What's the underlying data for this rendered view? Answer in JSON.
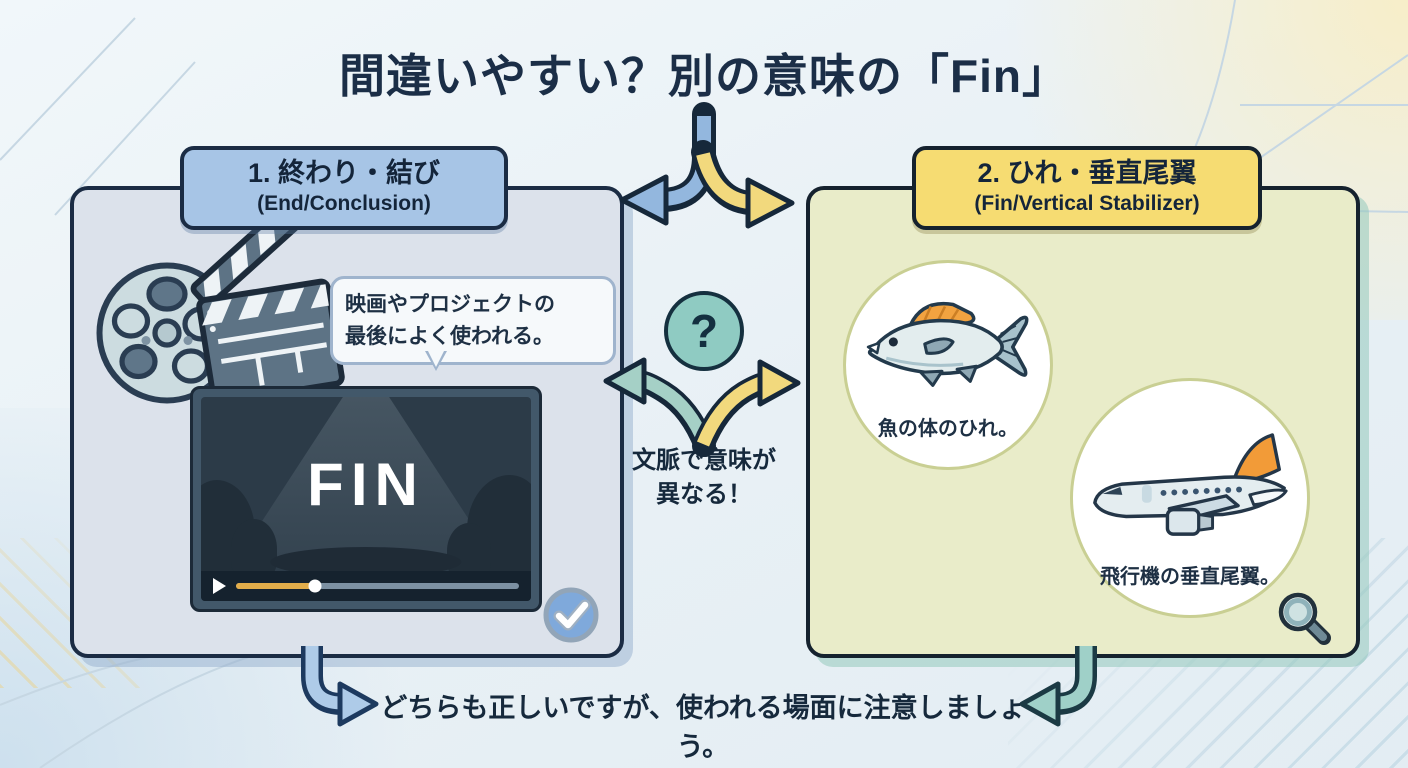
{
  "title": "間違いやすい？別の意味の「Fin」",
  "left_panel": {
    "header_title": "1. 終わり・結び",
    "header_subtitle": "(End/Conclusion)",
    "bubble_line1": "映画やプロジェクトの",
    "bubble_line2": "最後によく使われる。",
    "video_label": "FIN"
  },
  "right_panel": {
    "header_title": "2. ひれ・垂直尾翼",
    "header_subtitle": "(Fin/Vertical Stabilizer)",
    "fish_caption": "魚の体のひれ。",
    "plane_caption": "飛行機の垂直尾翼。"
  },
  "center": {
    "question_mark": "?",
    "note_line1": "文脈で意味が",
    "note_line2": "異なる！"
  },
  "footer_text": "どちらも正しいですが、使われる場面に注意しましょう。",
  "icons": {
    "left_badge": "check-icon",
    "right_badge": "magnifier-icon",
    "left_illustrations": "film-reel-icon, clapperboard-icon, video-player",
    "right_illustrations": "fish-icon, airplane-icon",
    "center_icons": "question-circle, split-arrow, diverge-arrows"
  },
  "colors": {
    "title_text": "#1b2e47",
    "left_header_fill": "#a7c5e6",
    "left_panel_fill": "#dce2eb",
    "right_header_fill": "#f6dc72",
    "right_panel_fill": "#e9ecc9",
    "blue_arrow": "#93b7de",
    "yellow_arrow": "#f2d97d",
    "teal_arrow": "#a5d0c6",
    "question_circle_fill": "#8fcbc2",
    "outline_dark": "#16283a",
    "fin_highlight_orange": "#f0a23e",
    "video_screen": "#2c3b48",
    "progress_fill": "#e2ad4a"
  }
}
